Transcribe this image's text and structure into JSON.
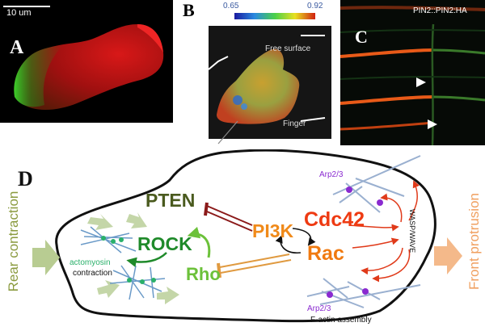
{
  "panels": {
    "a": {
      "letter": "A",
      "scale_label": "10 um"
    },
    "b": {
      "letter": "B",
      "colorbar_min": "0.65",
      "colorbar_max": "0.92",
      "free_surface_label": "Free surface",
      "finger_label": "Finger"
    },
    "c": {
      "letter": "C",
      "construct_label": "PIN2::PIN2:HA"
    },
    "d": {
      "letter": "D",
      "rear_label": "Rear contraction",
      "front_label": "Front protrusion",
      "nodes": {
        "pten": "PTEN",
        "pi3k": "PI3K",
        "cdc42": "Cdc42",
        "rac": "Rac",
        "rock": "ROCK",
        "rho": "Rho"
      },
      "actomyosin_label": "actomyosin",
      "contraction_label": "contraction",
      "arp_top": "Arp2/3",
      "arp_bottom": "Arp2/3",
      "wasp_label": "WASP/WAVE",
      "factin_label": "F-actin assembly"
    }
  },
  "colors": {
    "pten": "#4a5a1e",
    "pi3k": "#f08a1a",
    "cdc42": "#ee3a12",
    "rac": "#f07a10",
    "rock": "#1f8a2a",
    "rho": "#6cc13a",
    "rear_text": "#8a9a3e",
    "front_text": "#f0a060",
    "inhibit": "#8b1a1a",
    "inhibit_rho": "#e09a40",
    "arp": "#8a2ad0"
  }
}
